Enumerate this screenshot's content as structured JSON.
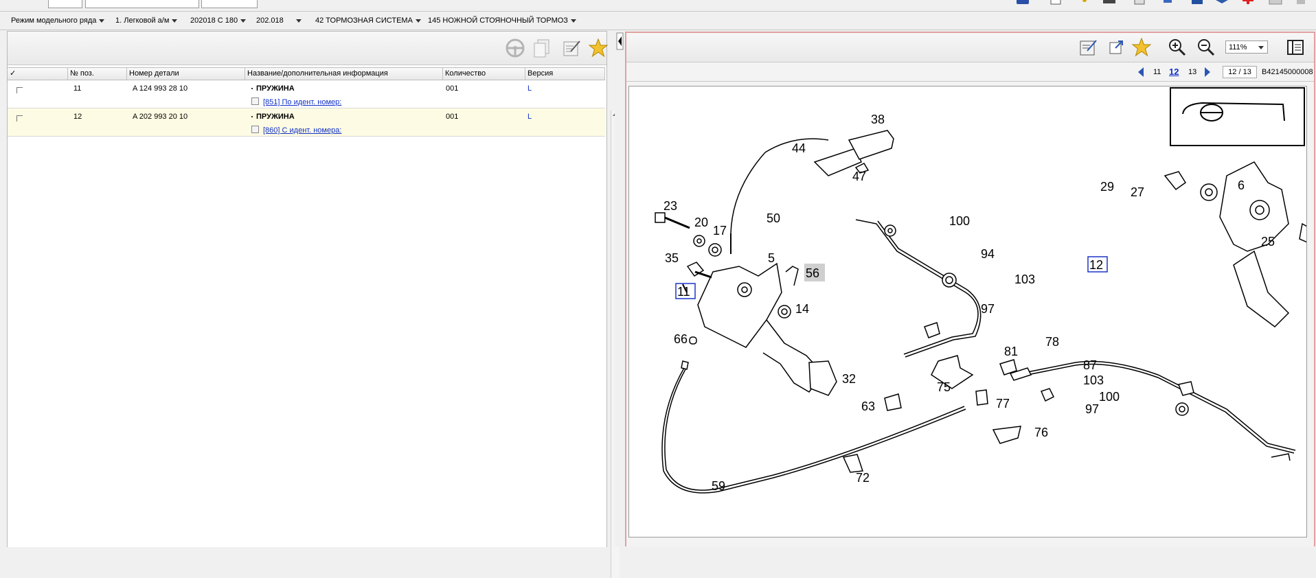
{
  "app": {
    "accent_color": "#e2a0a0",
    "selection_color": "#fdfbe3",
    "link_color": "#1030c8"
  },
  "breadcrumb": [
    {
      "label": "Режим модельного ряда"
    },
    {
      "label": "1. Легковой а/м"
    },
    {
      "label": "202018 C 180"
    },
    {
      "label": "202.018"
    },
    {
      "label": "42 ТОРМОЗНАЯ СИСТЕМА"
    },
    {
      "label": "145 НОЖНОЙ СТОЯНОЧНЫЙ ТОРМОЗ"
    }
  ],
  "left_toolbar": {
    "icons": [
      "steering-wheel-icon",
      "copy-icon",
      "edit-notes-icon",
      "favorite-star-icon"
    ]
  },
  "parts_table": {
    "columns": [
      "✓",
      "№ поз.",
      "Номер детали",
      "Название/дополнительная информация",
      "Количество",
      "Версия"
    ],
    "rows": [
      {
        "pos": "11",
        "part_no": "A 124 993 28 10",
        "name": "ПРУЖИНА",
        "info": "[851] По идент. номер:",
        "qty": "001",
        "version": "L"
      },
      {
        "pos": "12",
        "part_no": "A 202 993 20 10",
        "name": "ПРУЖИНА",
        "info": "[860] С идент. номера:",
        "qty": "001",
        "version": "L"
      }
    ]
  },
  "right_toolbar": {
    "zoom": "111%",
    "icons": [
      "edit-notes-icon",
      "fit-page-icon",
      "favorite-star-icon",
      "zoom-in-icon",
      "zoom-out-icon",
      "panel-toggle-icon"
    ]
  },
  "pager": {
    "prev_page": "11",
    "current_page": "12",
    "next_page": "13",
    "page_box": "12 / 13",
    "drawing_id": "B42145000008"
  },
  "drawing": {
    "callouts": [
      "38",
      "44",
      "47",
      "50",
      "23",
      "20",
      "17",
      "35",
      "5",
      "56",
      "11",
      "14",
      "66",
      "32",
      "100",
      "94",
      "103",
      "97",
      "81",
      "78",
      "75",
      "87",
      "63",
      "77",
      "76",
      "72",
      "59",
      "29",
      "27",
      "6",
      "12",
      "25",
      "100",
      "103",
      "97"
    ],
    "highlighted": [
      "11",
      "12"
    ],
    "marked": [
      "56"
    ]
  }
}
